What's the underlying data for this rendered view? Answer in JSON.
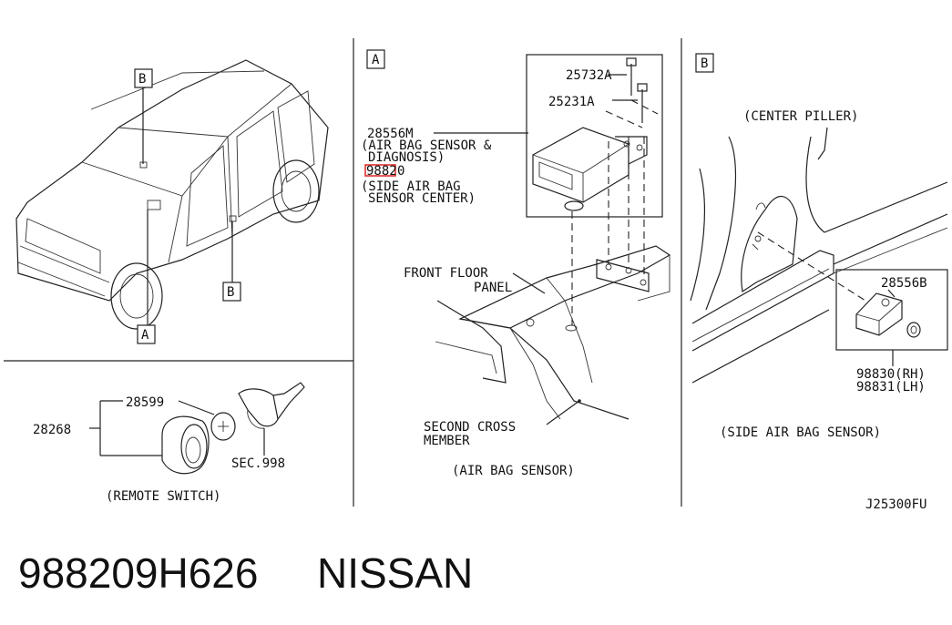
{
  "panels": {
    "a_letter": "A",
    "b_letter": "B",
    "car_callout_b_top": "B",
    "car_callout_a": "A",
    "car_callout_b_bottom": "B"
  },
  "remote_switch": {
    "part_switch": "28268",
    "part_battery": "28599",
    "part_key": "SEC.998",
    "caption": "(REMOTE SWITCH)"
  },
  "air_bag_sensor": {
    "bolt_1": "25732A",
    "bolt_2": "25231A",
    "unit_part": "28556M",
    "unit_desc_1": "(AIR BAG SENSOR &",
    "unit_desc_2": "DIAGNOSIS)",
    "alt_part_highlight": "9882",
    "alt_part_rest": "0",
    "alt_desc_1": "(SIDE AIR BAG",
    "alt_desc_2": "SENSOR CENTER)",
    "panel_label_1": "FRONT FLOOR",
    "panel_label_2": "PANEL",
    "member_label_1": "SECOND CROSS",
    "member_label_2": "MEMBER",
    "caption": "(AIR BAG SENSOR)"
  },
  "side_sensor": {
    "pillar_label": "(CENTER PILLER)",
    "part_bracket": "28556B",
    "part_rh": "98830(RH)",
    "part_lh": "98831(LH)",
    "caption": "(SIDE AIR BAG SENSOR)"
  },
  "diagram_code": "J25300FU",
  "footer": {
    "part_number": "988209H626",
    "brand": "NISSAN"
  },
  "colors": {
    "highlight": "#e03030",
    "line": "#222222"
  }
}
